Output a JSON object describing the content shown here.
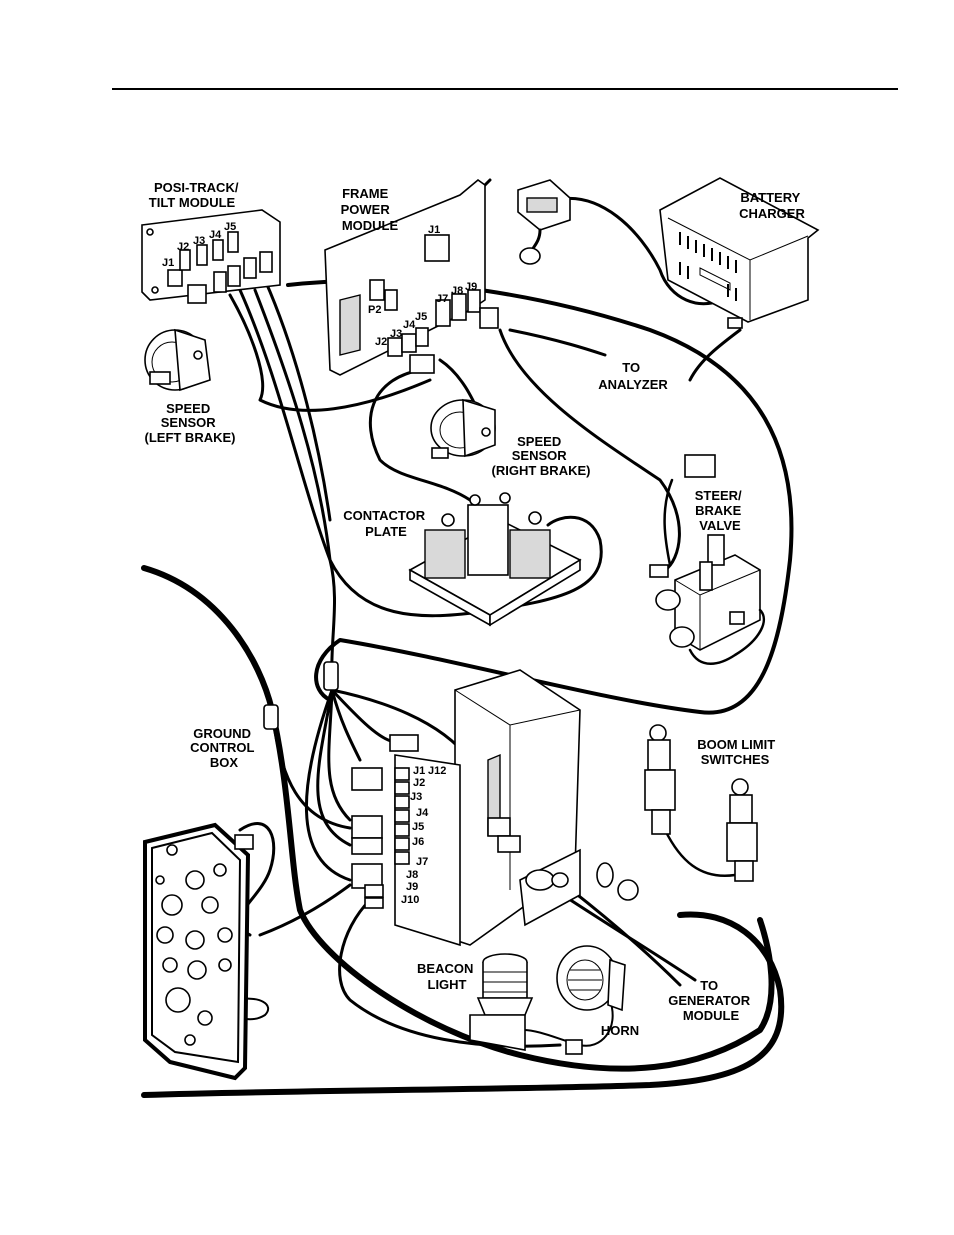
{
  "labels": {
    "posi_track": [
      "POSI-TRACK/",
      "TILT MODULE"
    ],
    "frame_power": [
      "FRAME",
      "POWER",
      "MODULE"
    ],
    "battery_charger": [
      "BATTERY",
      "CHARGER"
    ],
    "to_analyzer": [
      "TO",
      "ANALYZER"
    ],
    "speed_left": [
      "SPEED",
      "SENSOR",
      "(LEFT BRAKE)"
    ],
    "speed_right": [
      "SPEED",
      "SENSOR",
      "(RIGHT BRAKE)"
    ],
    "contactor": [
      "CONTACTOR",
      "PLATE"
    ],
    "steer_brake": [
      "STEER/",
      "BRAKE",
      "VALVE"
    ],
    "ground_control": [
      "GROUND",
      "CONTROL",
      "BOX"
    ],
    "boom_limit": [
      "BOOM LIMIT",
      "SWITCHES"
    ],
    "beacon": [
      "BEACON",
      "LIGHT"
    ],
    "horn": [
      "HORN"
    ],
    "to_generator": [
      "TO",
      "GENERATOR",
      "MODULE"
    ]
  },
  "connectors": {
    "posi": [
      "J1",
      "J2",
      "J3",
      "J4",
      "J5"
    ],
    "frame": [
      "J1",
      "P2",
      "J2",
      "J3",
      "J4",
      "J5",
      "J7",
      "J8",
      "J9"
    ],
    "ground": [
      "J1",
      "J2",
      "J3",
      "J4",
      "J5",
      "J6",
      "J7",
      "J8",
      "J9",
      "J10",
      "J12"
    ]
  }
}
